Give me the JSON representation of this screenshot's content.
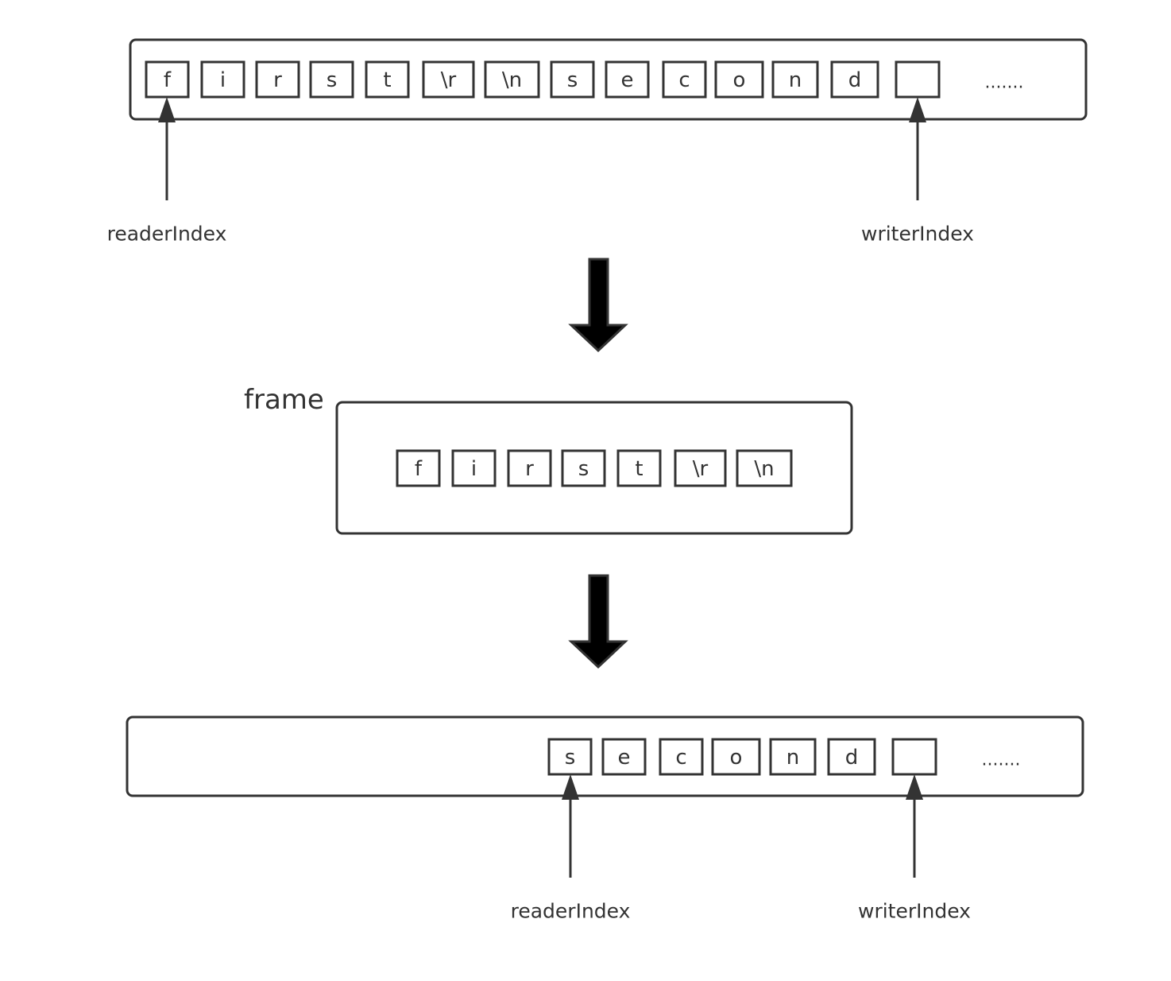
{
  "top_buffer": {
    "cells": [
      "f",
      "i",
      "r",
      "s",
      "t",
      "\\r",
      "\\n",
      "s",
      "e",
      "c",
      "o",
      "n",
      "d",
      ""
    ],
    "ellipsis": ".......",
    "reader_label": "readerIndex",
    "writer_label": "writerIndex"
  },
  "frame": {
    "label": "frame",
    "cells": [
      "f",
      "i",
      "r",
      "s",
      "t",
      "\\r",
      "\\n"
    ]
  },
  "bottom_buffer": {
    "cells": [
      "s",
      "e",
      "c",
      "o",
      "n",
      "d",
      ""
    ],
    "ellipsis": ".......",
    "reader_label": "readerIndex",
    "writer_label": "writerIndex"
  },
  "colors": {
    "stroke": "#333333",
    "flow_arrow_fill": "#000000",
    "background": "#ffffff"
  }
}
